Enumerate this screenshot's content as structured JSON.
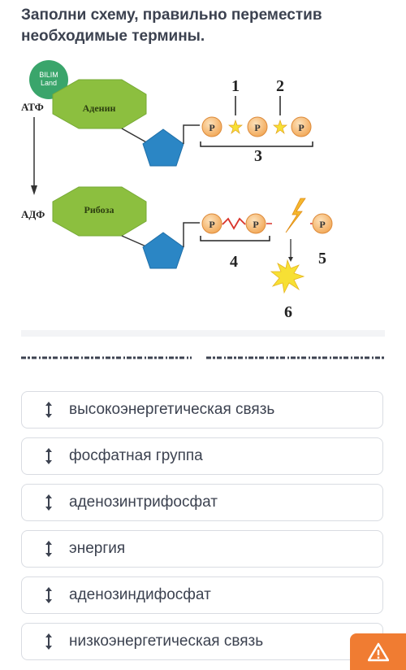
{
  "task": {
    "title": "Заполни схему, правильно переместив необходимые термины."
  },
  "diagram": {
    "logo": {
      "line1": "BILIM",
      "line2": "Land"
    },
    "atf_label": "АТФ",
    "adf_label": "АДФ",
    "adenine_label": "Аденин",
    "ribose_label": "Рибоза",
    "phosphate_label": "P",
    "numbers": {
      "n1": "1",
      "n2": "2",
      "n3": "3",
      "n4": "4",
      "n5": "5",
      "n6": "6"
    },
    "colors": {
      "base_green": "#8cbf3f",
      "pentagon_blue": "#2b86c5",
      "phosphate_fill": "#f6c58a",
      "spark_yellow": "#f7e034",
      "low_bond_red": "#d9342b"
    }
  },
  "terms": [
    {
      "label": "высокоэнергетическая связь"
    },
    {
      "label": "фосфатная группа"
    },
    {
      "label": "аденозинтрифосфат"
    },
    {
      "label": "энергия"
    },
    {
      "label": "аденозиндифосфат"
    },
    {
      "label": "низкоэнергетическая связь"
    }
  ],
  "icons": {
    "drag_handle": "vertical-arrows-icon",
    "warning": "warning-icon"
  }
}
